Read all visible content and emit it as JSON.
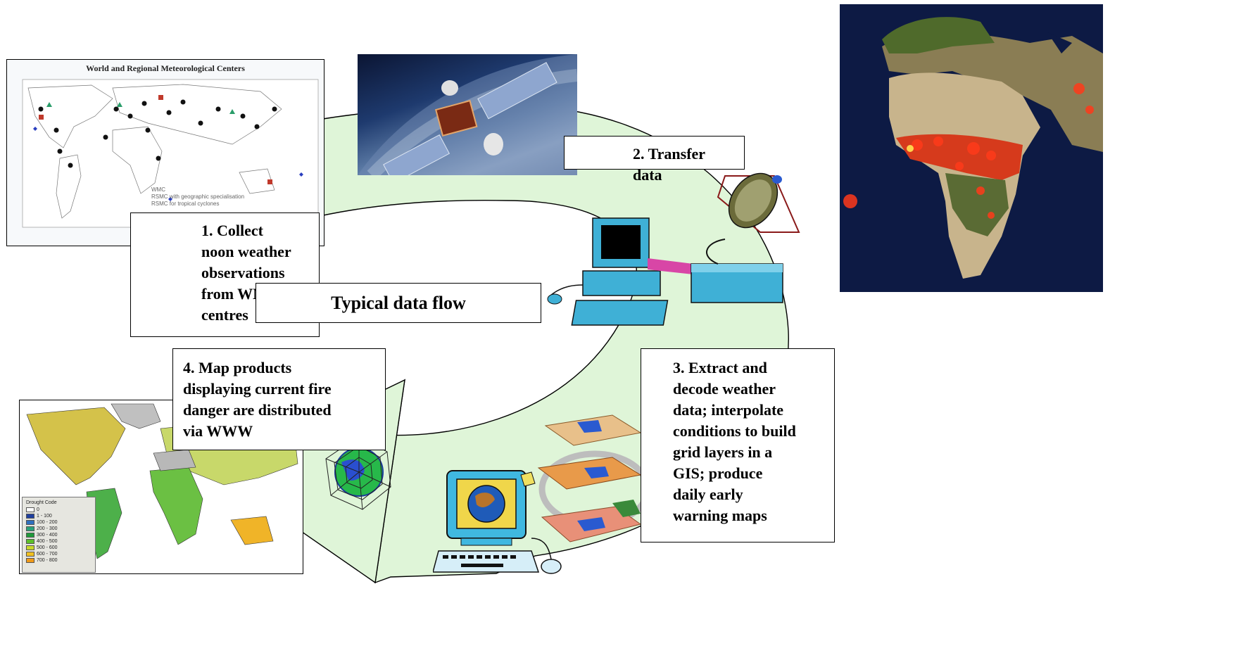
{
  "diagram_title": "Typical data flow",
  "steps": {
    "collect": "1. Collect\nnoon weather\nobservations\nfrom WMO\ncentres",
    "transfer": "2. Transfer\ndata",
    "extract": "3. Extract and\ndecode weather\ndata; interpolate\nconditions to build\ngrid layers in a\nGIS; produce\ndaily early\nwarning maps",
    "distribute": "4. Map products\ndisplaying current fire\ndanger are distributed\nvia WWW"
  },
  "wmo_map": {
    "title": "World and Regional Meteorological Centers",
    "legend": [
      "WMC",
      "RSMC with geographic specialisation",
      "RSMC for tropical cyclones"
    ]
  },
  "drought_map": {
    "legend_title": "Drought Code",
    "legend_items": [
      {
        "label": "0",
        "color": "#ffffff"
      },
      {
        "label": "1 - 100",
        "color": "#1f3f9f"
      },
      {
        "label": "100 - 200",
        "color": "#2f6fbf"
      },
      {
        "label": "200 - 300",
        "color": "#2aa07a"
      },
      {
        "label": "300 - 400",
        "color": "#1f9a3a"
      },
      {
        "label": "400 - 500",
        "color": "#5cc02a"
      },
      {
        "label": "500 - 600",
        "color": "#c8d82a"
      },
      {
        "label": "600 - 700",
        "color": "#f0c020"
      },
      {
        "label": "700 - 800",
        "color": "#f09a18"
      }
    ]
  },
  "colors": {
    "flow_fill": "#dff5d8",
    "satellite_space": "#0b1533",
    "africa_ocean": "#0d1a44",
    "fire_red": "#e8301a"
  }
}
